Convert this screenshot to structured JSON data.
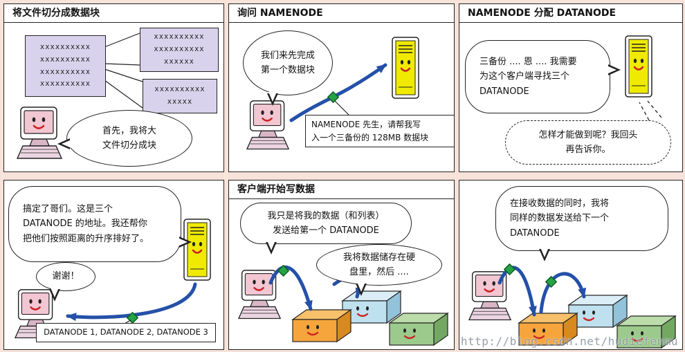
{
  "colors": {
    "page_bg": "#f7e3da",
    "arrow_blue": "#2450a8",
    "diamond_green": "#26a344",
    "block_lavender": "#d9d2ec",
    "server_yellow": "#f0ea00",
    "screen_pink": "#f2c6d2",
    "datanode_orange": "#f5a53c",
    "datanode_blue": "#bfe0ef",
    "datanode_green": "#9cc98c"
  },
  "icons": {
    "client": "client-computer-icon",
    "namenode": "namenode-server-icon",
    "datanode": "datanode-box-icon",
    "packet": "data-packet-diamond-icon"
  },
  "panels": {
    "p1": {
      "title": "将文件切分成数据块",
      "block_main_lines": [
        "xxxxxxxxxx",
        "xxxxxxxxxx",
        "xxxxxxxxxx",
        "xxxxxxxxxx"
      ],
      "block_a_lines": [
        "xxxxxxxxxx",
        "xxxxxxxxxx",
        "xxxxxx"
      ],
      "block_b_lines": [
        "xxxxxxxxxx",
        "xxxxx"
      ],
      "bubble_lines": [
        "首先，我将大",
        "文件切分成块"
      ]
    },
    "p2": {
      "title": "询问 NAMENODE",
      "bubble_lines": [
        "我们来先完成",
        "第一个数据块"
      ],
      "label_lines": [
        "NAMENODE 先生，请帮我写",
        "入一个三备份的 128MB 数据块"
      ]
    },
    "p3": {
      "title": "NAMENODE 分配 DATANODE",
      "bubble_lines": [
        "三备份 .... 恩 .... 我需要",
        "为这个客户端寻找三个",
        "DATANODE"
      ],
      "thought_lines": [
        "怎样才能做到呢？我回头",
        "再告诉你。"
      ]
    },
    "p4": {
      "bubble_lines": [
        "搞定了哥们。这是三个",
        "DATANODE 的地址。我还帮你",
        "把他们按照距离的升序排好了。"
      ],
      "thanks": "谢谢！",
      "label": "DATANODE 1, DATANODE 2, DATANODE 3"
    },
    "p5": {
      "title": "客户端开始写数据",
      "bubble1_lines": [
        "我只是将我的数据（和列表）",
        "发送给第一个 DATANODE"
      ],
      "bubble2_lines": [
        "我将数据储存在硬",
        "盘里，然后 ...."
      ]
    },
    "p6": {
      "bubble_lines": [
        "在接收数据的同时，我将",
        "同样的数据发送给下一个",
        "DATANODE"
      ],
      "watermark": "http://blog.csdn.net/hudiefenmu"
    }
  }
}
